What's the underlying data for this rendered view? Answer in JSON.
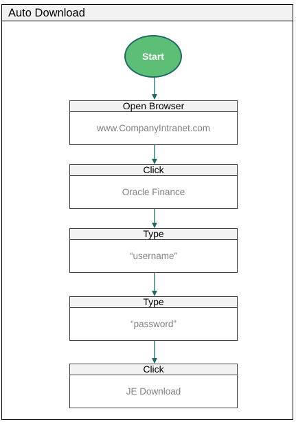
{
  "diagram": {
    "title": "Auto Download",
    "start": {
      "label": "Start"
    },
    "steps": [
      {
        "action": "Open Browser",
        "target": "www.CompanyIntranet.com"
      },
      {
        "action": "Click",
        "target": "Oracle Finance"
      },
      {
        "action": "Type",
        "target": "“username”"
      },
      {
        "action": "Type",
        "target": "“password”"
      },
      {
        "action": "Click",
        "target": "JE Download"
      }
    ]
  },
  "colors": {
    "start_fill": "#5cbf75",
    "start_border": "#1e6b63",
    "connector": "#1e6b63",
    "step_header_fill": "#f2f2f2",
    "step_body_text": "#7f7f7f"
  }
}
